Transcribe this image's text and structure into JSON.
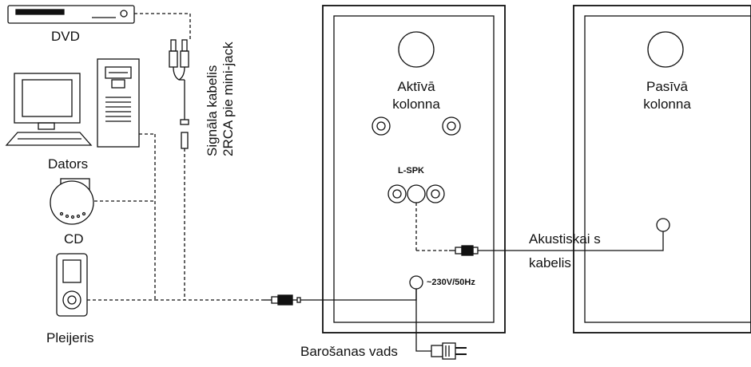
{
  "devices": {
    "dvd": "DVD",
    "computer": "Dators",
    "cd": "CD",
    "player": "Pleijeris"
  },
  "signal_cable": {
    "line1": "Signāla kabelis",
    "line2": "2RCA pie mini-jack"
  },
  "active_speaker": {
    "title_line1": "Aktīvā",
    "title_line2": "kolonna",
    "output_label": "L-SPK",
    "power_input_label": "~230V/50Hz"
  },
  "passive_speaker": {
    "title_line1": "Pasīvā",
    "title_line2": "kolonna"
  },
  "speaker_cable": {
    "line1": "Akustiskai s",
    "line2": "kabelis"
  },
  "power_cable": "Barošanas vads",
  "colors": {
    "line": "#111111",
    "background": "#ffffff"
  }
}
